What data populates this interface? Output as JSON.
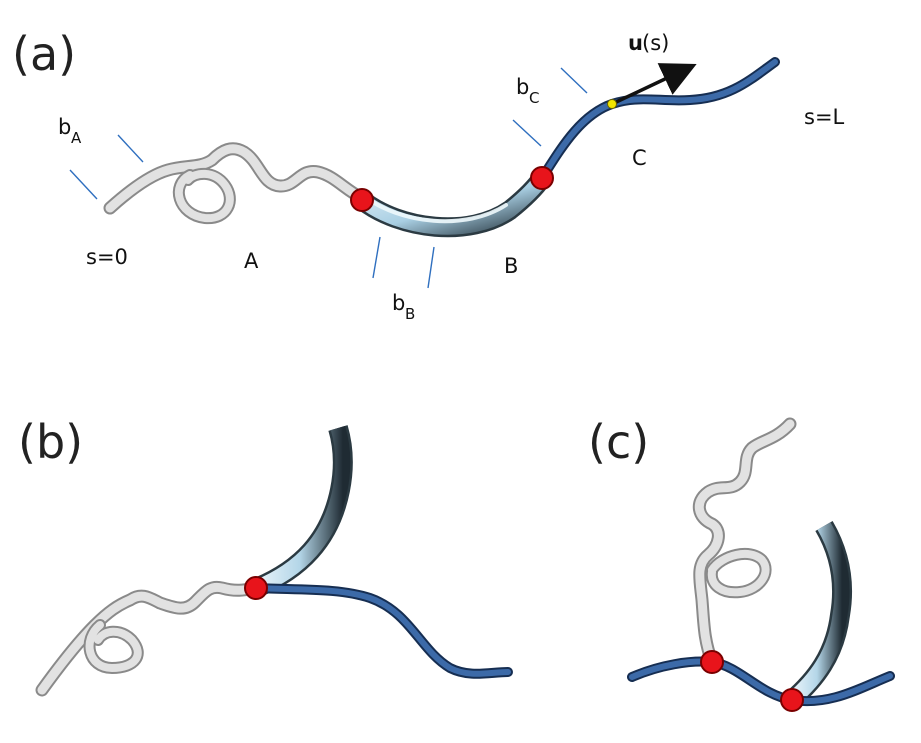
{
  "panels": {
    "a": {
      "label": "(a)"
    },
    "b": {
      "label": "(b)"
    },
    "c": {
      "label": "(c)"
    }
  },
  "labels": {
    "s_start": "s=0",
    "s_end": "s=L",
    "segment_a": "A",
    "segment_b": "B",
    "segment_c": "C",
    "b_a_base": "b",
    "b_a_sub": "A",
    "b_b_base": "b",
    "b_b_sub": "B",
    "b_c_base": "b",
    "b_c_sub": "C",
    "tangent_bold": "u",
    "tangent_arg": "(s)"
  },
  "colors": {
    "segment_a": "#d6d6d6",
    "segment_b": "#b8d8ea",
    "segment_c": "#2f5f9a",
    "junction": "#e8141b",
    "point": "#f2e600",
    "ticks": "#2f6fbf",
    "arrow": "#111111"
  }
}
